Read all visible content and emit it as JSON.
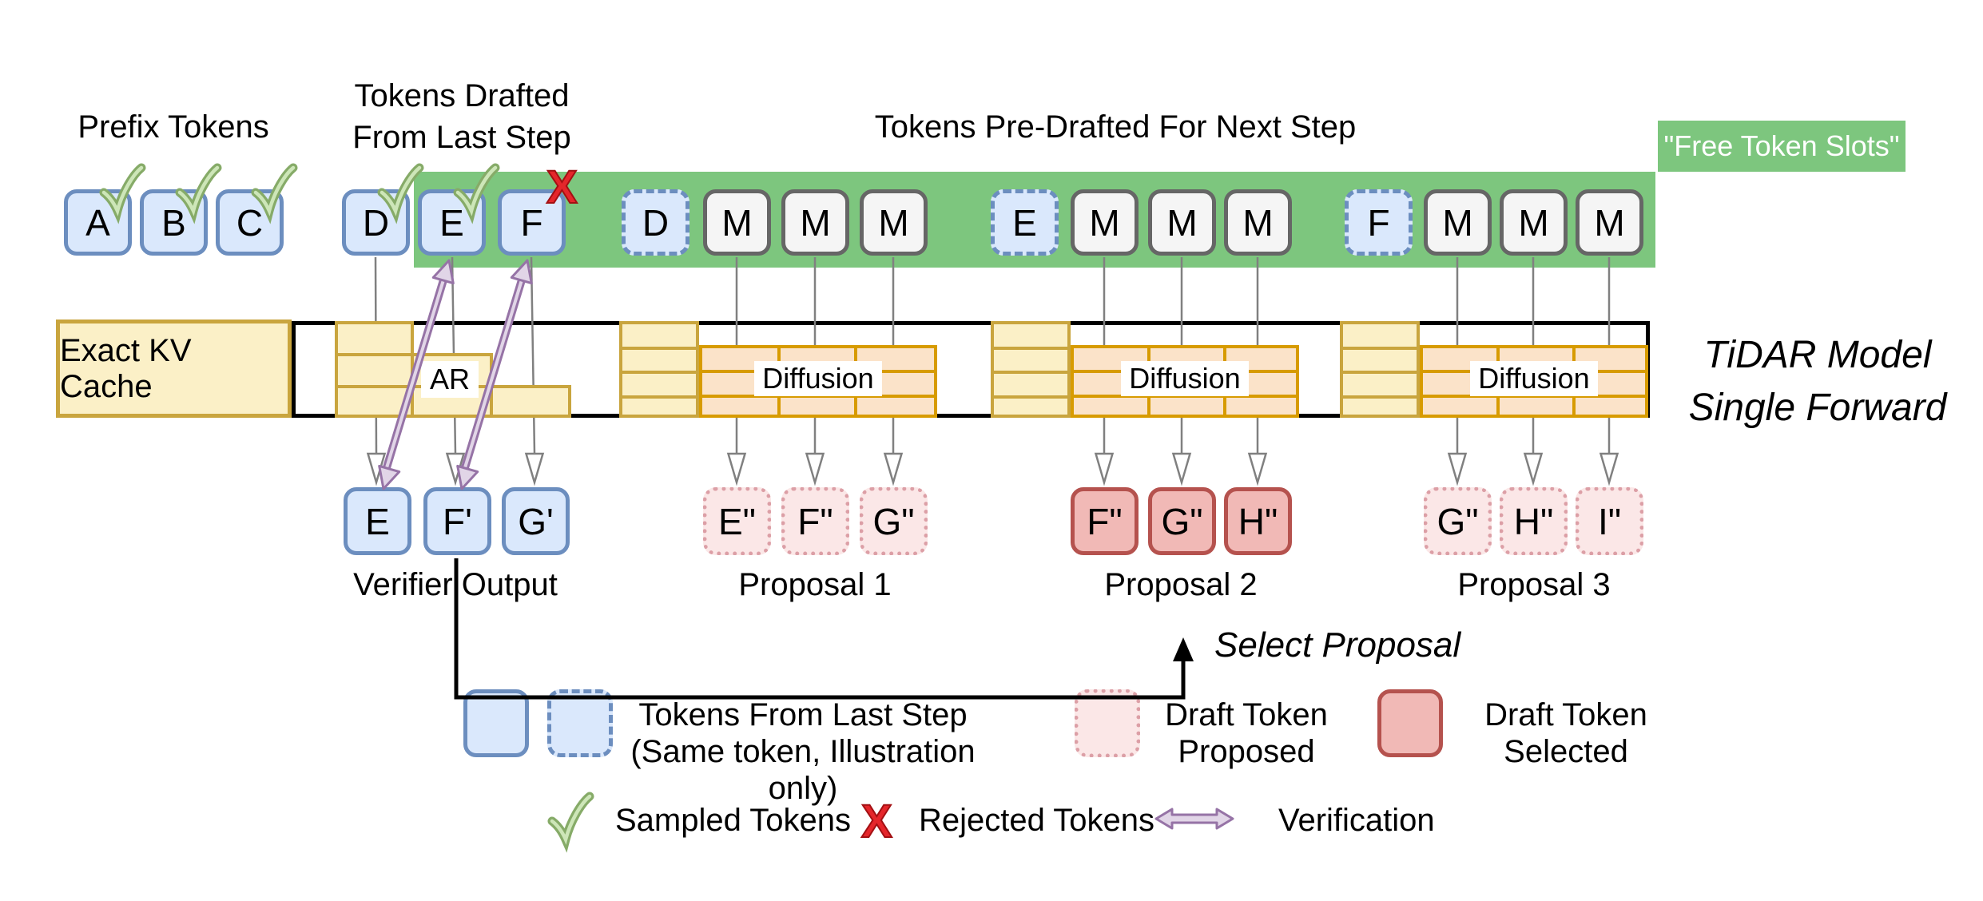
{
  "header": {
    "prefix_tokens": "Prefix Tokens",
    "drafted_line1": "Tokens Drafted",
    "drafted_line2": "From Last Step",
    "predrafted": "Tokens Pre-Drafted For Next Step",
    "free_token_slots": "\"Free Token Slots\""
  },
  "tokens": {
    "prefix": [
      "A",
      "B",
      "C"
    ],
    "drafted": [
      "D",
      "E",
      "F"
    ],
    "groups": [
      {
        "anchor": "D",
        "masks": [
          "M",
          "M",
          "M"
        ]
      },
      {
        "anchor": "E",
        "masks": [
          "M",
          "M",
          "M"
        ]
      },
      {
        "anchor": "F",
        "masks": [
          "M",
          "M",
          "M"
        ]
      }
    ]
  },
  "model": {
    "kv_cache_label": "Exact KV Cache",
    "ar_label": "AR",
    "diffusion_label": "Diffusion",
    "name_line1": "TiDAR Model",
    "name_line2": "Single Forward"
  },
  "outputs": {
    "verifier": {
      "tokens": [
        "E",
        "F'",
        "G'"
      ],
      "label": "Verifier Output"
    },
    "proposals": [
      {
        "tokens": [
          "E\"",
          "F\"",
          "G\""
        ],
        "label": "Proposal 1",
        "style": "proposed"
      },
      {
        "tokens": [
          "F\"",
          "G\"",
          "H\""
        ],
        "label": "Proposal 2",
        "style": "selected"
      },
      {
        "tokens": [
          "G\"",
          "H\"",
          "I\""
        ],
        "label": "Proposal 3",
        "style": "proposed"
      }
    ],
    "select_proposal_label": "Select Proposal"
  },
  "legend": {
    "last_step_line1": "Tokens From Last Step",
    "last_step_line2": "(Same token, Illustration only)",
    "proposed_line1": "Draft Token",
    "proposed_line2": "Proposed",
    "selected_line1": "Draft Token",
    "selected_line2": "Selected",
    "sampled": "Sampled Tokens",
    "rejected": "Rejected Tokens",
    "verification": "Verification"
  },
  "icons": {
    "rejected_x": "X"
  },
  "colors": {
    "green_band": "#7dc67e",
    "blue_fill": "#dae8fc",
    "blue_border": "#6c8ebf",
    "yellow_fill": "#fbf0c7",
    "yellow_border": "#c9a53e",
    "orange_fill": "#fbe3c9",
    "orange_border": "#d79b00",
    "mask_fill": "#f5f5f5",
    "mask_border": "#666666",
    "proposed_fill": "#fbe7e7",
    "proposed_border": "#dc9fa6",
    "selected_fill": "#f1b9b6",
    "selected_border": "#b5524e",
    "purple": "#9673a6",
    "purple_light": "#e1d5e7",
    "check_green": "#79a85b",
    "reject_red": "#e5262b"
  }
}
